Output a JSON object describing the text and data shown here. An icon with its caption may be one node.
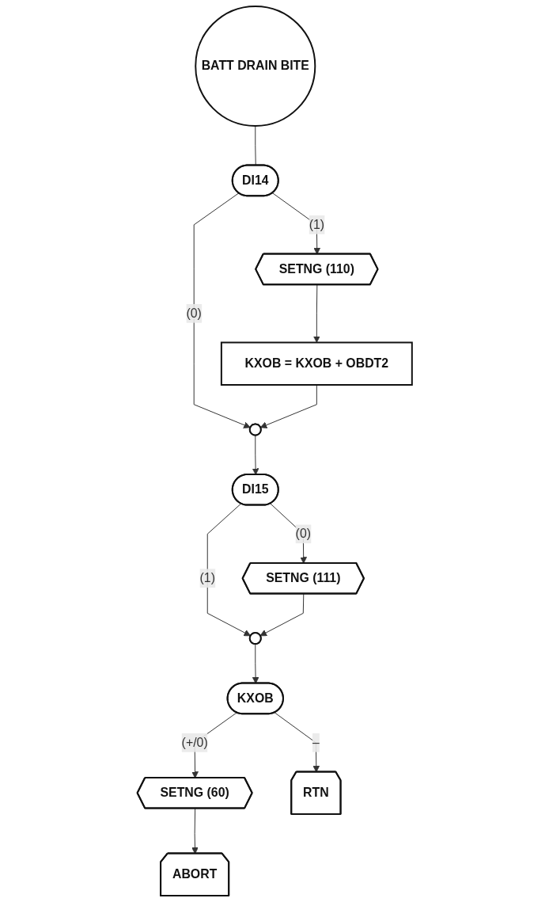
{
  "diagram": {
    "nodes": [
      {
        "text": [
          "BATT DRAIN BITE"
        ]
      },
      {
        "text": [
          "DI14"
        ]
      },
      {
        "text": [
          "SETNG (110)"
        ]
      },
      {
        "text": [
          "KXOB = KXOB + OBDT2"
        ]
      },
      {
        "text": [],
        "shape": "bowtie"
      },
      {
        "text": [
          "DI15"
        ]
      },
      {
        "text": [
          "SETNG (111)"
        ]
      },
      {
        "text": [],
        "shape": "bowtie"
      },
      {
        "text": [
          "KXOB"
        ]
      },
      {
        "text": [
          "SETNG (60)"
        ]
      },
      {
        "text": [
          "ABORT"
        ]
      },
      {
        "text": [
          "RTN"
        ]
      }
    ],
    "edges": [
      {
        "from": 0,
        "to": 1,
        "arrow": "none"
      },
      {
        "from": 1,
        "to": 4,
        "arrow": "to",
        "label": "(0)"
      },
      {
        "from": 1,
        "to": 2,
        "arrow": "to",
        "label": "(1)"
      },
      {
        "from": 2,
        "to": 3,
        "arrow": "to"
      },
      {
        "from": 3,
        "to": 4,
        "arrow": "to"
      },
      {
        "from": 4,
        "to": 5,
        "arrow": "to"
      },
      {
        "from": 5,
        "to": 7,
        "arrow": "to",
        "label": "(1)"
      },
      {
        "from": 5,
        "to": 6,
        "arrow": "to",
        "label": "(0)"
      },
      {
        "from": 6,
        "to": 7,
        "arrow": "to"
      },
      {
        "from": 7,
        "to": 8,
        "arrow": "to"
      },
      {
        "from": 8,
        "to": 9,
        "arrow": "to",
        "label": "(+/0)"
      },
      {
        "from": 9,
        "to": 10,
        "arrow": "to"
      },
      {
        "from": 8,
        "to": 11,
        "arrow": "to",
        "label": "–"
      }
    ]
  }
}
